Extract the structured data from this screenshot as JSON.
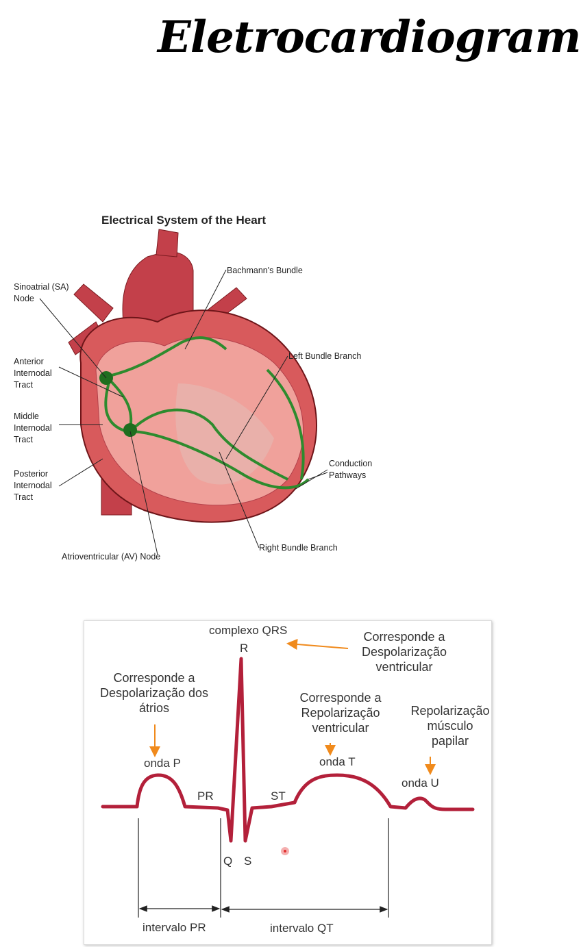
{
  "page": {
    "title": "Eletrocardiograma"
  },
  "heart": {
    "title": "Electrical System of the Heart",
    "labels": {
      "sa_node": "Sinoatrial (SA)\nNode",
      "anterior": "Anterior\nInternodal\nTract",
      "middle": "Middle\nInternodal\nTract",
      "posterior": "Posterior\nInternodal\nTract",
      "av_node": "Atrioventricular (AV) Node",
      "bachmann": "Bachmann's Bundle",
      "left_bundle": "Left Bundle Branch",
      "conduction": "Conduction\nPathways",
      "right_bundle": "Right Bundle Branch"
    }
  },
  "ecg": {
    "complexo_qrs": "complexo QRS",
    "r": "R",
    "q": "Q",
    "s": "S",
    "qrs_desc": "Corresponde a\nDespolarização\nventricular",
    "p_desc": "Corresponde a\nDespolarização dos\nátrios",
    "onda_p": "onda P",
    "pr": "PR",
    "st": "ST",
    "t_desc": "Corresponde a\nRepolarização\nventricular",
    "onda_t": "onda T",
    "u_desc": "Repolarização\nmúsculo\npapilar",
    "onda_u": "onda U",
    "intervalo_pr": "intervalo PR",
    "intervalo_qt": "intervalo QT",
    "colors": {
      "trace": "#b3203a",
      "arrow": "#f08a1c"
    }
  }
}
